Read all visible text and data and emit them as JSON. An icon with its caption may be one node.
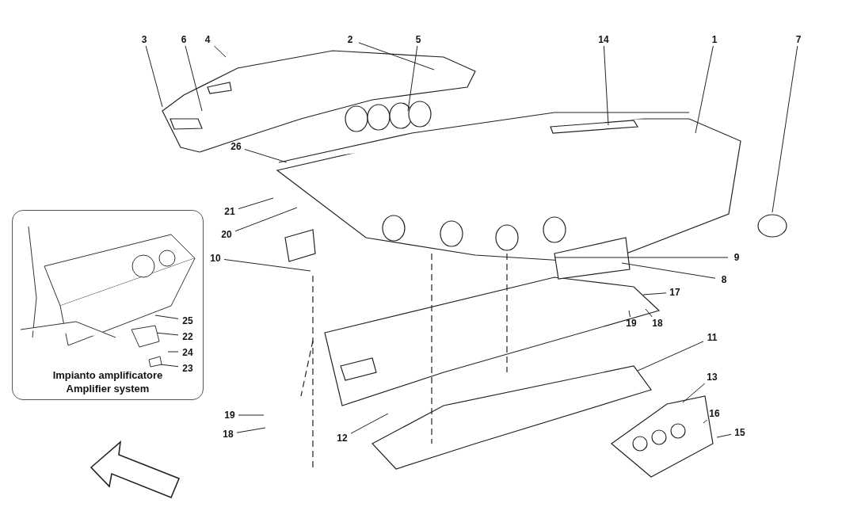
{
  "diagram": {
    "nodes": [
      {
        "text": [
          "3"
        ]
      },
      {
        "text": [
          "6"
        ]
      },
      {
        "text": [
          "4"
        ]
      },
      {
        "text": [
          "2"
        ]
      },
      {
        "text": [
          "5"
        ]
      },
      {
        "text": [
          "14"
        ]
      },
      {
        "text": [
          "1"
        ]
      },
      {
        "text": [
          "7"
        ]
      },
      {
        "text": [
          "26"
        ]
      },
      {
        "text": [
          "21"
        ]
      },
      {
        "text": [
          "20"
        ]
      },
      {
        "text": [
          "10"
        ]
      },
      {
        "text": [
          "9"
        ]
      },
      {
        "text": [
          "8"
        ]
      },
      {
        "text": [
          "17"
        ]
      },
      {
        "text": [
          "Impianto amplificatore",
          "Amplifier system"
        ]
      },
      {
        "text": [
          "25"
        ],
        "in": 15
      },
      {
        "text": [
          "22"
        ],
        "in": 15
      },
      {
        "text": [
          "24"
        ],
        "in": 15
      },
      {
        "text": [
          "23"
        ],
        "in": 15
      },
      {
        "text": [
          "19"
        ]
      },
      {
        "text": [
          "18"
        ]
      },
      {
        "text": [
          "11"
        ]
      },
      {
        "text": [
          "13"
        ]
      },
      {
        "text": [
          "16"
        ]
      },
      {
        "text": [
          "19"
        ]
      },
      {
        "text": [
          "15"
        ]
      },
      {
        "text": [
          "18"
        ]
      },
      {
        "text": [
          "12"
        ]
      }
    ],
    "edges": [
      {
        "from": 0,
        "to": null,
        "arrow": "none"
      },
      {
        "from": 1,
        "to": null,
        "arrow": "none"
      },
      {
        "from": 2,
        "to": null,
        "arrow": "none"
      },
      {
        "from": 3,
        "to": null,
        "arrow": "none"
      },
      {
        "from": 4,
        "to": null,
        "arrow": "none"
      },
      {
        "from": 5,
        "to": null,
        "arrow": "none"
      },
      {
        "from": 6,
        "to": null,
        "arrow": "none"
      },
      {
        "from": 7,
        "to": null,
        "arrow": "none"
      },
      {
        "from": 8,
        "to": null,
        "arrow": "none"
      },
      {
        "from": 9,
        "to": null,
        "arrow": "none"
      },
      {
        "from": 10,
        "to": null,
        "arrow": "none"
      },
      {
        "from": 11,
        "to": null,
        "arrow": "none"
      },
      {
        "from": 12,
        "to": null,
        "arrow": "none"
      },
      {
        "from": 13,
        "to": null,
        "arrow": "none"
      },
      {
        "from": 14,
        "to": null,
        "arrow": "none"
      },
      {
        "from": 16,
        "to": null,
        "arrow": "none"
      },
      {
        "from": 17,
        "to": null,
        "arrow": "none"
      },
      {
        "from": 18,
        "to": null,
        "arrow": "none"
      },
      {
        "from": 19,
        "to": null,
        "arrow": "none"
      },
      {
        "from": 20,
        "to": null,
        "arrow": "none"
      },
      {
        "from": 21,
        "to": null,
        "arrow": "none"
      },
      {
        "from": 22,
        "to": null,
        "arrow": "none"
      },
      {
        "from": 23,
        "to": null,
        "arrow": "none"
      },
      {
        "from": 24,
        "to": null,
        "arrow": "none"
      },
      {
        "from": 25,
        "to": null,
        "arrow": "none"
      },
      {
        "from": 26,
        "to": null,
        "arrow": "none"
      },
      {
        "from": 27,
        "to": null,
        "arrow": "none"
      },
      {
        "from": 28,
        "to": null,
        "arrow": "none"
      }
    ]
  }
}
